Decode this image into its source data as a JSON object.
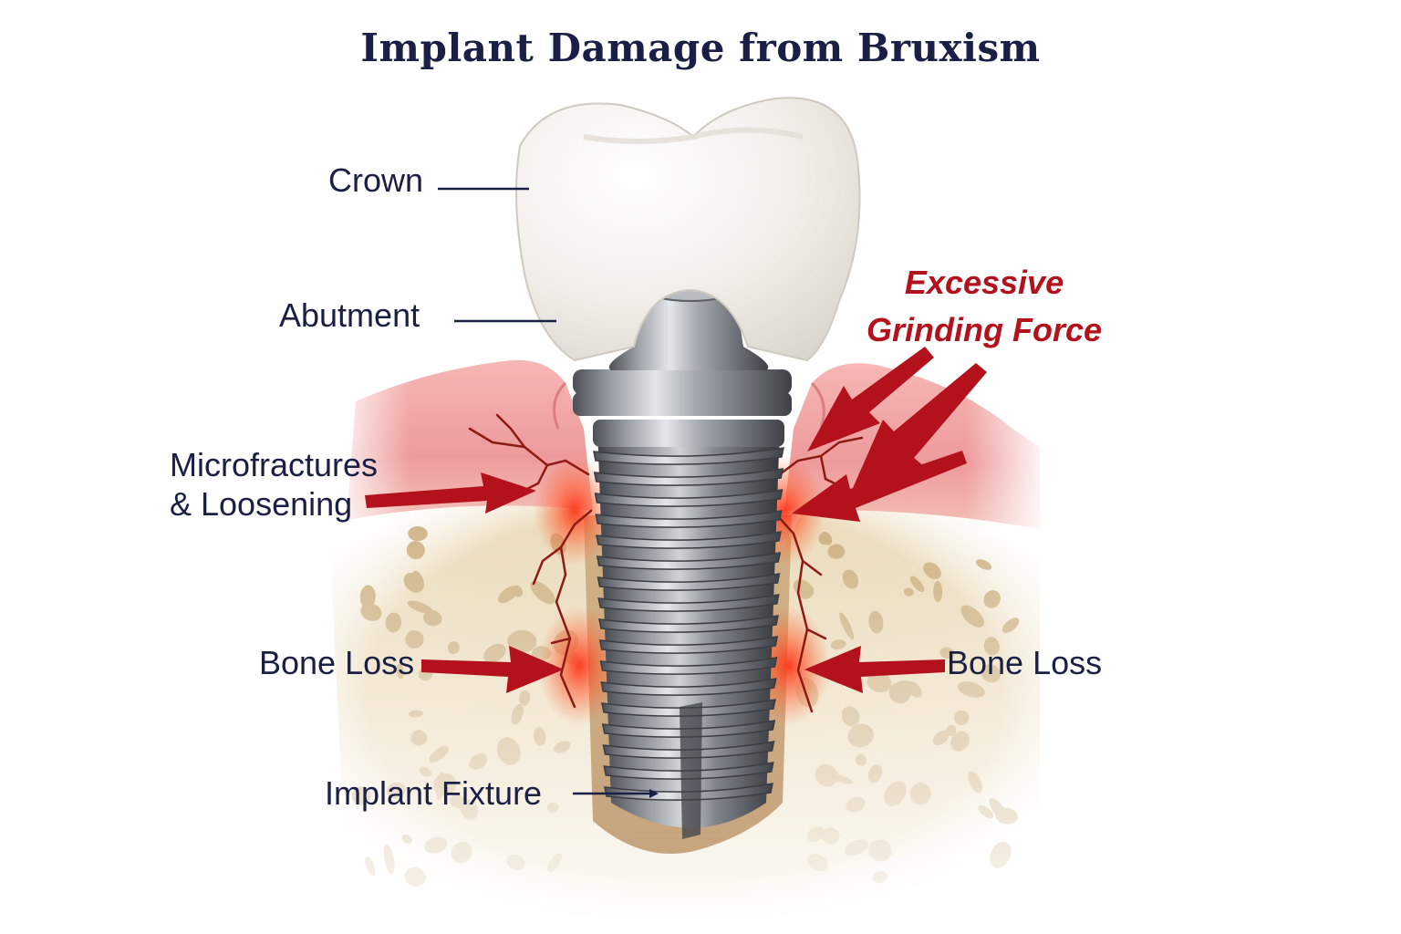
{
  "title": "Implant Damage from Bruxism",
  "labels": {
    "crown": "Crown",
    "abutment": "Abutment",
    "microfractures_line1": "Microfractures",
    "microfractures_line2": "& Loosening",
    "bone_loss_left": "Bone Loss",
    "bone_loss_right": "Bone Loss",
    "implant_fixture": "Implant Fixture",
    "force_line1": "Excessive",
    "force_line2": "Grinding Force"
  },
  "colors": {
    "title_text": "#1a1f45",
    "label_text": "#1a1f45",
    "force_text": "#b3121c",
    "arrow": "#b3121c",
    "gum": "#ef9c9e",
    "bone": "#ead8b4",
    "bone_pore": "#c9ab7a",
    "metal": "#8a8f96",
    "crown": "#f3f1ec",
    "inflammation": "#ff3b1f"
  }
}
